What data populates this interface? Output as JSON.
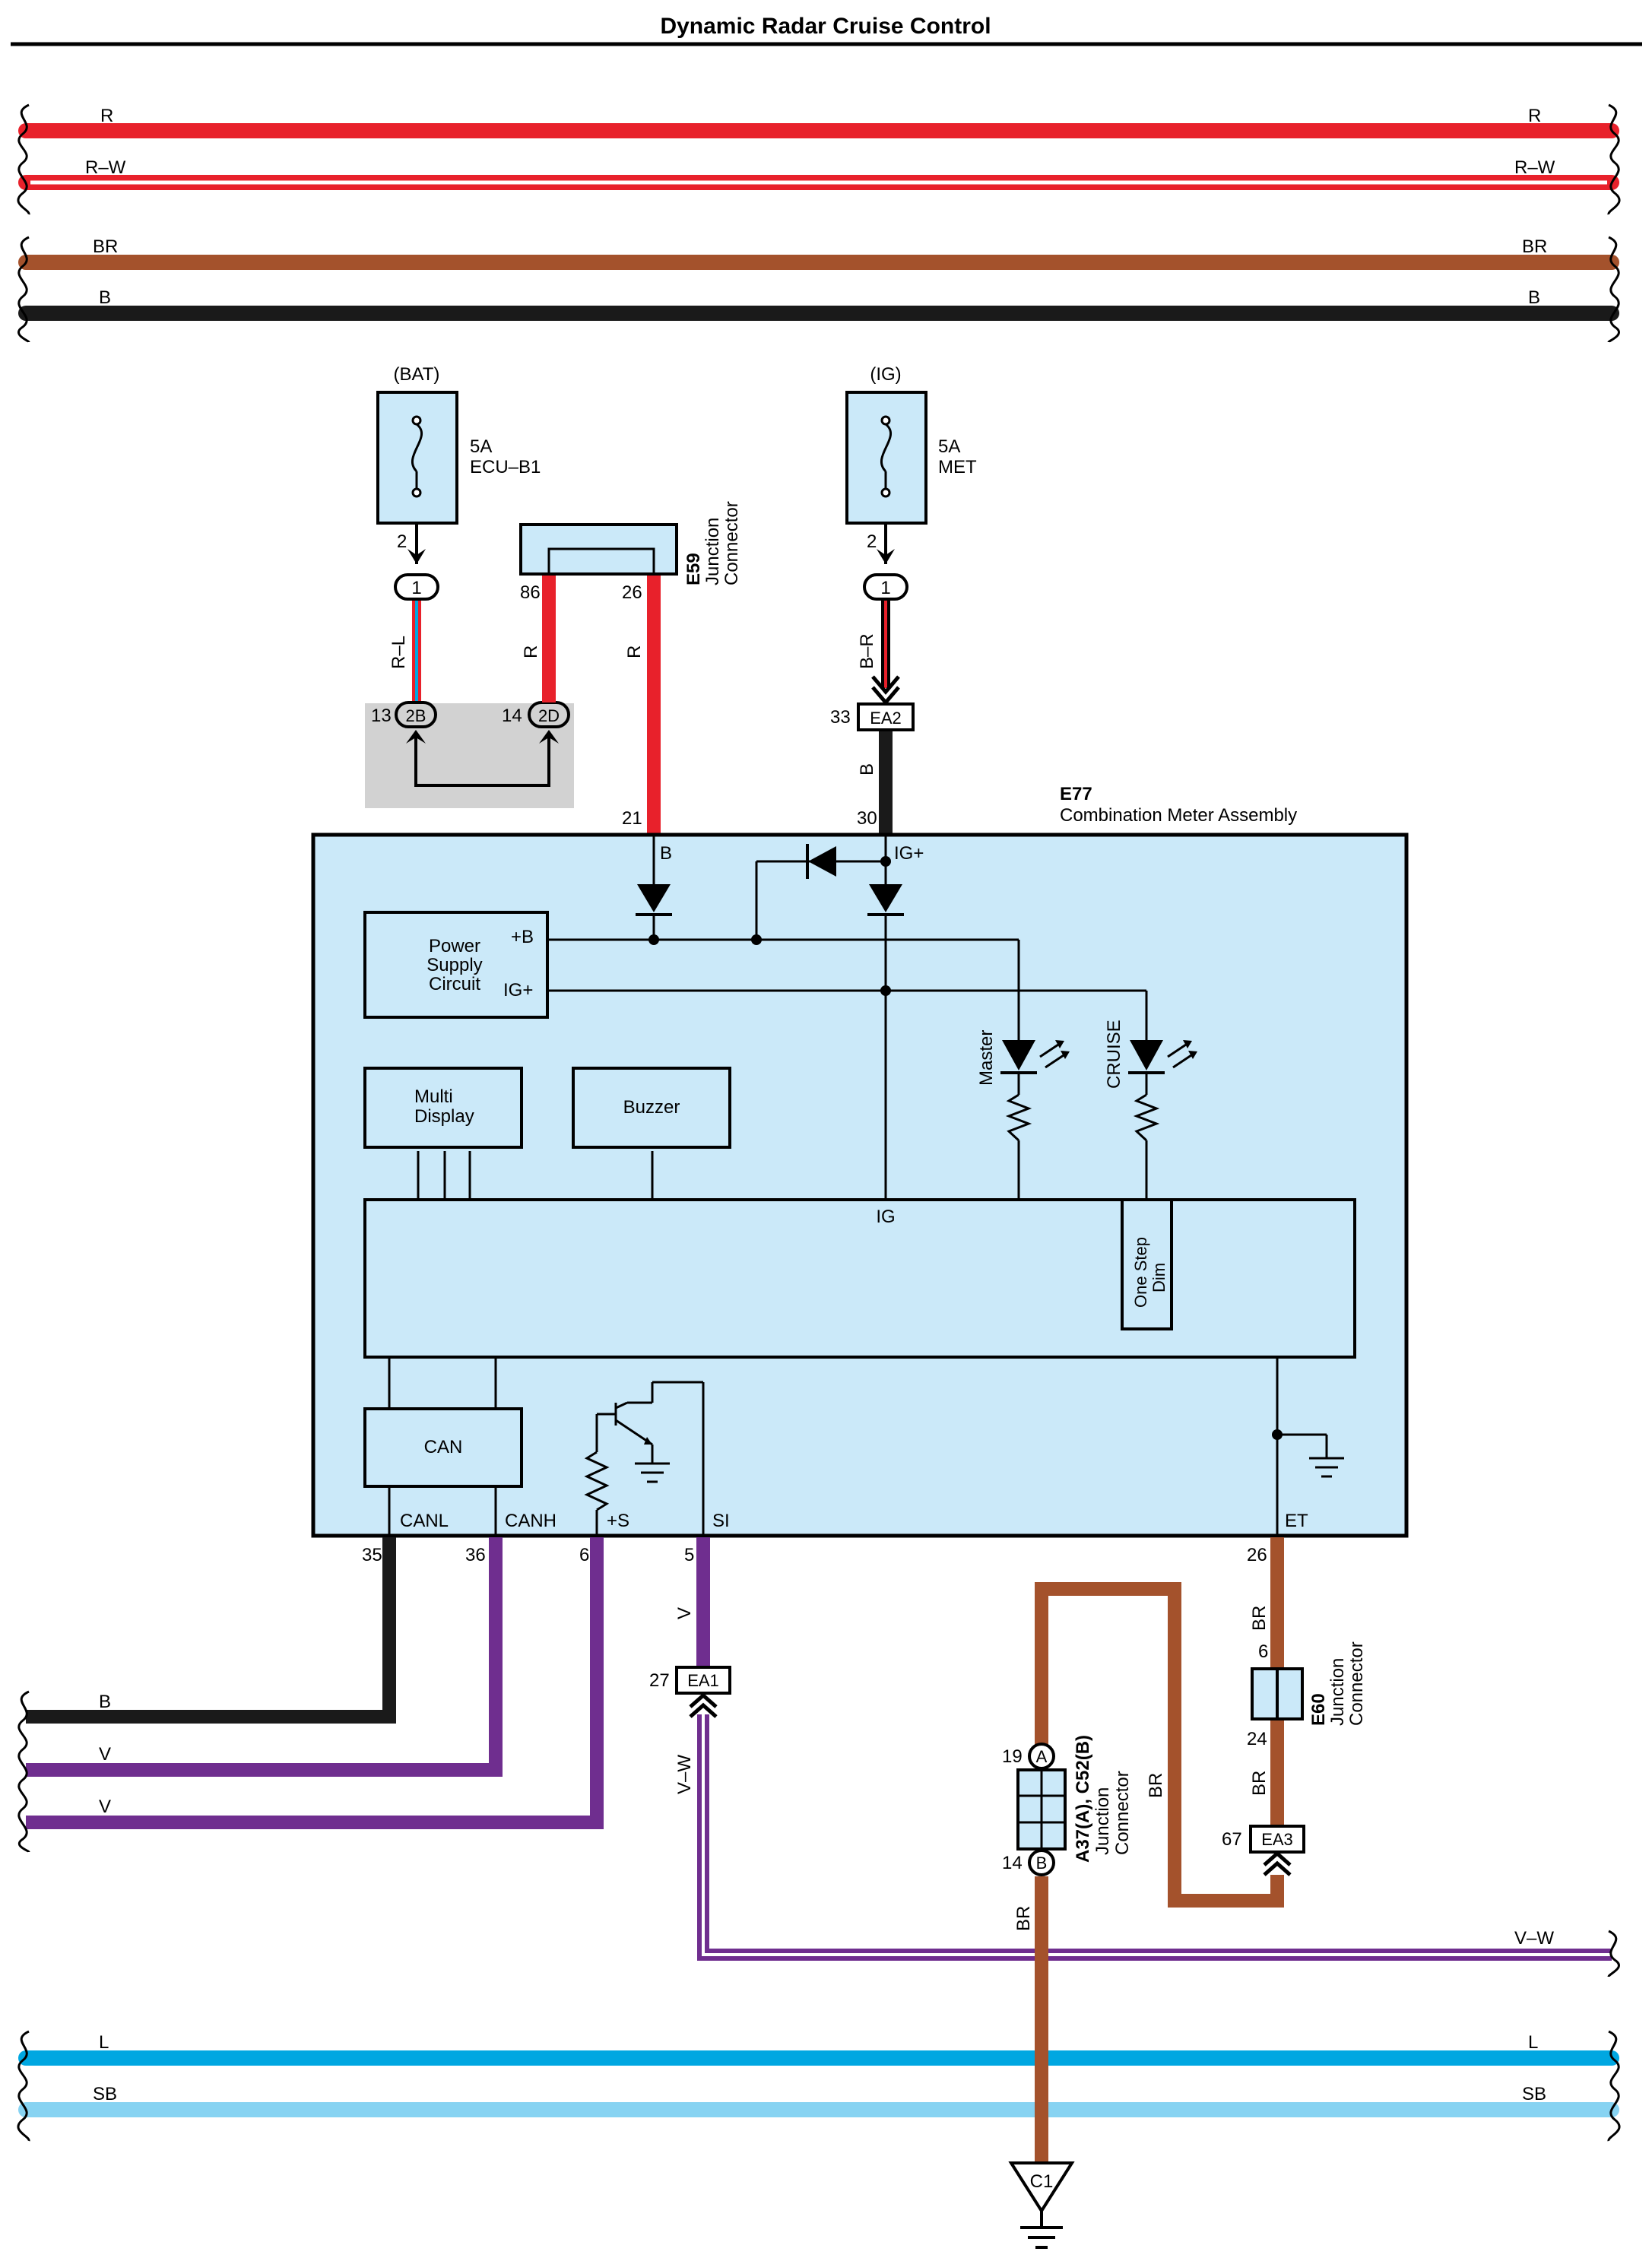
{
  "title": "Dynamic Radar Cruise Control",
  "colors": {
    "red": "#e8212b",
    "brown": "#a4522c",
    "black": "#1a1a1a",
    "violet": "#6f2e8f",
    "blue": "#00a7e1",
    "skyblue": "#87d3f2",
    "panel": "#cbe9f9",
    "gray": "#d2d2d2"
  },
  "rails_top": {
    "r": "R",
    "rw": "R–W",
    "br": "BR",
    "b": "B"
  },
  "rails_bottom": {
    "b": "B",
    "v1": "V",
    "v2": "V",
    "vw": "V–W",
    "l": "L",
    "sb": "SB"
  },
  "fuse_bat": {
    "source": "(BAT)",
    "rating": "5A",
    "name": "ECU–B1",
    "pin": "2"
  },
  "fuse_ig": {
    "source": "(IG)",
    "rating": "5A",
    "name": "MET",
    "pin": "2"
  },
  "e59": {
    "code": "E59",
    "line1": "Junction",
    "line2": "Connector",
    "pin_a": "86",
    "pin_b": "26"
  },
  "splices": {
    "one_a": "1",
    "one_b": "1",
    "pin13": "13",
    "pin14": "14",
    "two_b": "2B",
    "two_d": "2D"
  },
  "wires": {
    "rl": "R–L",
    "r1": "R",
    "r2": "R",
    "br_ig": "B–R",
    "b_ig": "B",
    "v_si": "V",
    "vw_si": "V–W",
    "br_e60a": "BR",
    "br_e60b": "BR",
    "br_a37": "BR",
    "br_down": "BR"
  },
  "ea2": {
    "name": "EA2",
    "pin": "33"
  },
  "ea1": {
    "name": "EA1",
    "pin": "27"
  },
  "ea3": {
    "name": "EA3",
    "pin": "67"
  },
  "e77": {
    "code": "E77",
    "name": "Combination Meter Assembly"
  },
  "meter": {
    "pin21": "21",
    "pin30": "30",
    "b": "B",
    "igp": "IG+",
    "psc1": "Power",
    "psc2": "Supply",
    "psc3": "Circuit",
    "pb": "+B",
    "pig": "IG+",
    "md1": "Multi",
    "md2": "Display",
    "buzzer": "Buzzer",
    "master": "Master",
    "cruise": "CRUISE",
    "ig": "IG",
    "osd1": "One Step",
    "osd2": "Dim",
    "can": "CAN",
    "canl": "CANL",
    "canh": "CANH",
    "ps": "+S",
    "si": "SI",
    "et": "ET",
    "p35": "35",
    "p36": "36",
    "p6": "6",
    "p5": "5",
    "p26": "26"
  },
  "e60": {
    "code": "E60",
    "line1": "Junction",
    "line2": "Connector",
    "pin_top": "6",
    "pin_bot": "24"
  },
  "a37": {
    "code": "A37(A), C52(B)",
    "line1": "Junction",
    "line2": "Connector",
    "pin_a": "19",
    "pin_b": "14",
    "a": "A",
    "b": "B"
  },
  "ground": {
    "c1": "C1"
  }
}
